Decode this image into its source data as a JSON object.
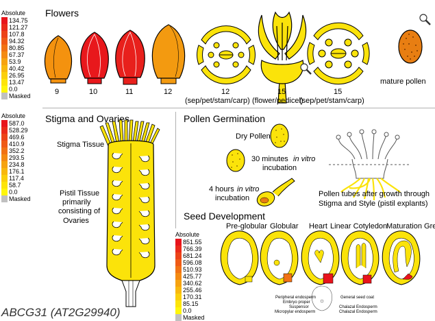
{
  "legend1": {
    "title": "Absolute",
    "entries": [
      {
        "label": "134.75",
        "color": "#e8141c"
      },
      {
        "label": "121.27",
        "color": "#ea2a1a"
      },
      {
        "label": "107.8",
        "color": "#ec4318"
      },
      {
        "label": "94.32",
        "color": "#ef5a16"
      },
      {
        "label": "80.85",
        "color": "#f17214"
      },
      {
        "label": "67.37",
        "color": "#f48a12"
      },
      {
        "label": "53.9",
        "color": "#f6a310"
      },
      {
        "label": "40.42",
        "color": "#f8b80e"
      },
      {
        "label": "26.95",
        "color": "#fbcf0c"
      },
      {
        "label": "13.47",
        "color": "#fde40a"
      },
      {
        "label": "0.0",
        "color": "#fff60a"
      },
      {
        "label": "Masked",
        "color": "#c0c0c0"
      }
    ]
  },
  "legend2": {
    "title": "Absolute",
    "entries": [
      {
        "label": "587.0",
        "color": "#e8141c"
      },
      {
        "label": "528.29",
        "color": "#ea2a1a"
      },
      {
        "label": "469.6",
        "color": "#ec4318"
      },
      {
        "label": "410.9",
        "color": "#ef5a16"
      },
      {
        "label": "352.2",
        "color": "#f17214"
      },
      {
        "label": "293.5",
        "color": "#f48a12"
      },
      {
        "label": "234.8",
        "color": "#f6a310"
      },
      {
        "label": "176.1",
        "color": "#f8b80e"
      },
      {
        "label": "117.4",
        "color": "#fbcf0c"
      },
      {
        "label": "58.7",
        "color": "#fde40a"
      },
      {
        "label": "0.0",
        "color": "#fff60a"
      },
      {
        "label": "Masked",
        "color": "#c0c0c0"
      }
    ]
  },
  "legend3": {
    "title": "Absolute",
    "entries": [
      {
        "label": "851.55",
        "color": "#e8141c"
      },
      {
        "label": "766.39",
        "color": "#ea2a1a"
      },
      {
        "label": "681.24",
        "color": "#ec4318"
      },
      {
        "label": "596.08",
        "color": "#ef5a16"
      },
      {
        "label": "510.93",
        "color": "#f17214"
      },
      {
        "label": "425.77",
        "color": "#f48a12"
      },
      {
        "label": "340.62",
        "color": "#f6a310"
      },
      {
        "label": "255.46",
        "color": "#f8b80e"
      },
      {
        "label": "170.31",
        "color": "#fbcf0c"
      },
      {
        "label": "85.15",
        "color": "#fde40a"
      },
      {
        "label": "0.0",
        "color": "#fff60a"
      },
      {
        "label": "Masked",
        "color": "#c0c0c0"
      }
    ]
  },
  "flowers": {
    "title": "Flowers",
    "labels": [
      "9",
      "10",
      "11",
      "12",
      "12",
      "15",
      "15"
    ],
    "sublabels": [
      "(sep/pet/stam/carp)",
      "(flower/pedicel)",
      "(sep/pet/stam/carp)"
    ],
    "mature_pollen": "mature pollen",
    "colors": {
      "stage9": "#f4920f",
      "stage10": "#e8181c",
      "stage11": "#e8201c",
      "stage12": "#f39a10",
      "diagram": "#fbe30a",
      "pollen": "#e87e12"
    }
  },
  "stigma": {
    "title": "Stigma and Ovaries",
    "stigma_tissue": "Stigma Tissue",
    "pistil_line1": "Pistil Tissue",
    "pistil_line2": "primarily",
    "pistil_line3": "consisting of",
    "pistil_line4": "Ovaries"
  },
  "germination": {
    "title": "Pollen Germination",
    "dry_pollen": "Dry Pollen",
    "thirty_min": "30 minutes",
    "in_vitro": "in vitro",
    "incubation": "incubation",
    "four_hours": "4 hours",
    "pollen_tubes_line1": "Pollen tubes after growth through",
    "pollen_tubes_line2": "Stigma and Style (pistil explants)"
  },
  "seed": {
    "title": "Seed Development",
    "stages": [
      "Pre-globular",
      "Globular",
      "Heart",
      "Linear Cotyledon",
      "Maturation Green"
    ],
    "parts": {
      "peripheral": "Peripheral endosperm",
      "embryo": "Embryo proper",
      "suspensor": "Suspensor",
      "micropylar": "Micropylar endosperm",
      "coat": "General seed coat",
      "chalazal1": "Chalazal Endosperm",
      "chalazal2": "Chalazal Endosperm"
    }
  },
  "gene": {
    "label": "ABCG31 (AT2G29940)"
  }
}
